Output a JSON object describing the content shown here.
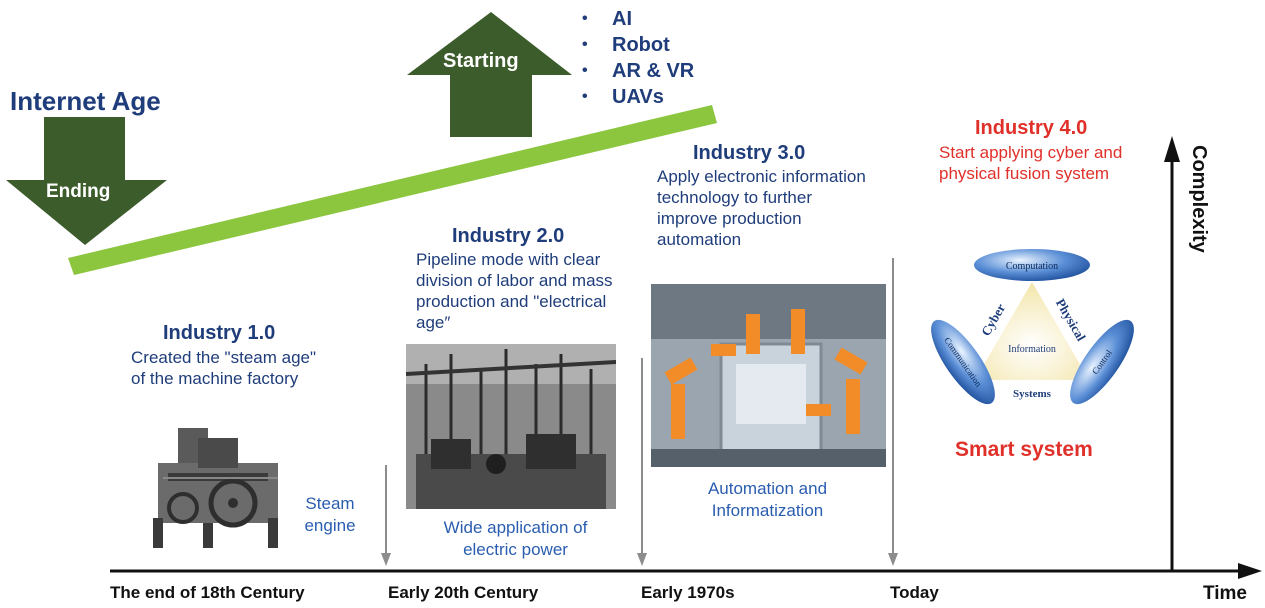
{
  "internet_age": {
    "title": "Internet Age",
    "ending_label": "Ending",
    "starting_label": "Starting",
    "technologies": [
      "AI",
      "Robot",
      "AR & VR",
      "UAVs"
    ]
  },
  "stages": [
    {
      "title": "Industry 1.0",
      "description": "Created the \"steam age\" of the machine factory",
      "caption": "Steam engine",
      "era": "The end of 18th Century"
    },
    {
      "title": "Industry 2.0",
      "description": "Pipeline mode with clear division of labor and mass production and \"electrical age″",
      "caption": "Wide application of electric power",
      "era": "Early 20th Century"
    },
    {
      "title": "Industry 3.0",
      "description": "Apply electronic information technology to further improve production automation",
      "caption": "Automation and Informatization",
      "era": "Early 1970s"
    },
    {
      "title": "Industry 4.0",
      "description": "Start applying cyber and physical fusion system",
      "caption": "Smart system",
      "era": "Today"
    }
  ],
  "cps": {
    "computation": "Computation",
    "communication": "Communication",
    "control": "Control",
    "cyber": "Cyber",
    "physical": "Physical",
    "information": "Information",
    "systems": "Systems"
  },
  "axes": {
    "x_label": "Time",
    "y_label": "Complexity"
  },
  "colors": {
    "dark_green": "#3d5c2c",
    "light_green": "#8cc63f",
    "navy": "#1f3d7a",
    "blue": "#2a5db0",
    "red": "#e0302a",
    "axis": "#111111",
    "marker": "#8c8c8c"
  }
}
